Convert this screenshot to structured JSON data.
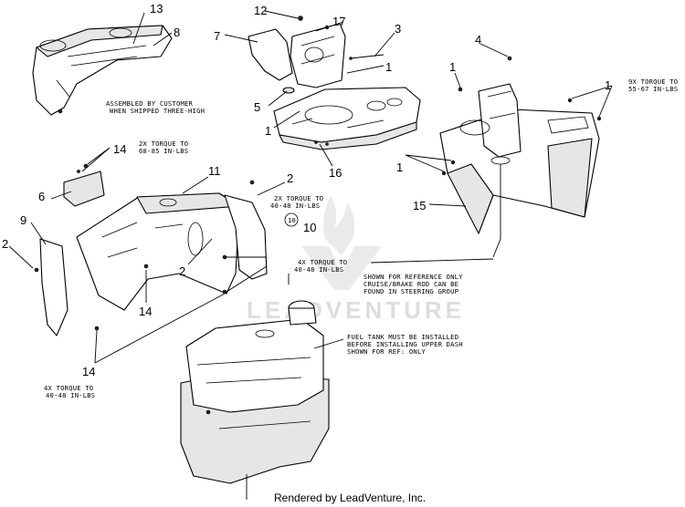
{
  "callouts": {
    "n13": "13",
    "n8": "8",
    "n12": "12",
    "n17": "17",
    "n7": "7",
    "n3": "3",
    "n4": "4",
    "n1_a": "1",
    "n1_b": "1",
    "n1_c": "1",
    "n1_d": "1",
    "n1_e": "1",
    "n5": "5",
    "n16": "16",
    "n15": "15",
    "n14_a": "14",
    "n11": "11",
    "n6": "6",
    "n2_a": "2",
    "n9": "9",
    "n2_b": "2",
    "n10": "10",
    "n10_circle": "10",
    "n2_c": "2",
    "n14_b": "14",
    "n14_c": "14"
  },
  "notes": {
    "assembled": [
      "ASSEMBLED BY CUSTOMER",
      "WHEN SHIPPED THREE-HIGH"
    ],
    "torque_9x": [
      "9X TORQUE TO",
      "55-67 IN-LBS"
    ],
    "torque_2x_6885": [
      "2X TORQUE TO",
      "68-85 IN-LBS"
    ],
    "torque_2x_4048": [
      "2X TORQUE TO",
      "40-48 IN-LBS"
    ],
    "torque_4x_right": [
      "4X TORQUE TO",
      "40-48 IN-LBS"
    ],
    "reference": [
      "SHOWN FOR REFERENCE ONLY",
      "CRUISE/BRAKE ROD CAN BE",
      "FOUND IN STEERING GROUP"
    ],
    "fuel_tank": [
      "FUEL TANK MUST BE INSTALLED",
      "BEFORE INSTALLING UPPER DASH",
      "SHOWN FOR REF: ONLY"
    ],
    "torque_4x_left": [
      "4X TORQUE TO",
      "40-48 IN-LBS"
    ]
  },
  "watermark": "LEADVENTURE",
  "footer": "Rendered by LeadVenture, Inc."
}
